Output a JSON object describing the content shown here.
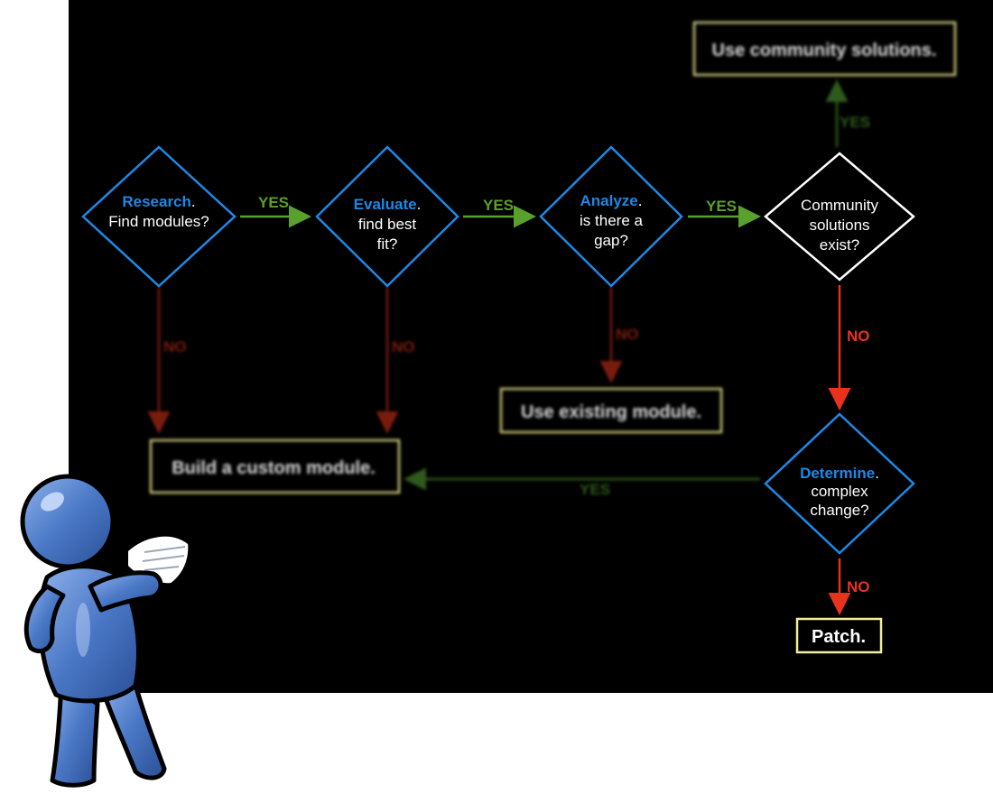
{
  "colors": {
    "board": "#000000",
    "decision_blue": "#1e88e5",
    "yes_green": "#5aa02c",
    "no_red": "#e8321e",
    "box_border": "#c9c77a",
    "figure_blue": "#3f6fc0"
  },
  "nodes": {
    "research": {
      "title": "Research",
      "dot": ".",
      "lines": [
        "Find modules?"
      ]
    },
    "evaluate": {
      "title": "Evaluate",
      "dot": ".",
      "lines": [
        "find best",
        "fit?"
      ]
    },
    "analyze": {
      "title": "Analyze",
      "dot": ".",
      "lines": [
        "is there a",
        "gap?"
      ]
    },
    "community": {
      "lines": [
        "Community",
        "solutions",
        "exist?"
      ]
    },
    "determine": {
      "title": "Determine",
      "dot": ".",
      "lines": [
        "complex",
        "change?"
      ]
    }
  },
  "boxes": {
    "use_community": "Use community solutions.",
    "use_existing": "Use existing module.",
    "build_custom": "Build a custom module.",
    "patch": "Patch."
  },
  "edge_labels": {
    "research_to_evaluate": "YES",
    "evaluate_to_analyze": "YES",
    "analyze_to_community": "YES",
    "community_to_use_community": "YES",
    "research_to_build": "NO",
    "evaluate_to_build": "NO",
    "analyze_to_existing": "NO",
    "community_to_determine": "NO",
    "determine_to_build": "YES",
    "determine_to_patch": "NO"
  },
  "icons": {
    "figure": "person-reading-paper-icon"
  }
}
